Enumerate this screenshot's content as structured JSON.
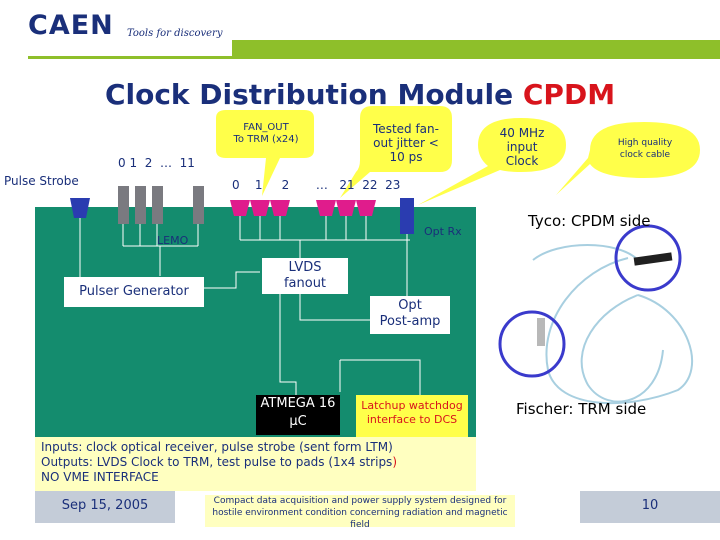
{
  "header": {
    "logo": "CAEN",
    "tagline": "Tools for discovery"
  },
  "title": {
    "main": "Clock Distribution Module ",
    "accent": "CPDM"
  },
  "callouts": {
    "fanout": "FAN_OUT\nTo TRM (x24)",
    "jitter": "Tested fan-\nout jitter <\n10 ps",
    "clock40": "40 MHz\ninput\nClock",
    "cable": "High quality\nclock cable"
  },
  "labels": {
    "pulse_strobe": "Pulse Strobe",
    "strobe_numbers": "0 1  2  …  11",
    "fanout_numbers": "0    1     2       …   21  22  23",
    "lemo": "LEMO",
    "opt_rx": "Opt Rx",
    "pulser_generator": "Pulser Generator",
    "lvds_fanout": "LVDS\nfanout",
    "opt_postamp": "Opt\nPost-amp",
    "atmega_line1": "ATMEGA 16",
    "atmega_line2": "μC",
    "latchup": "Latchup watchdog\ninterface to DCS",
    "tyco": "Tyco: CPDM side",
    "fischer": "Fischer: TRM side"
  },
  "info": {
    "line1_a": "Inputs: clock optical receiver, pulse strobe (sent form LTM)",
    "line1_b": "",
    "line2_a": "Outputs: LVDS Clock to TRM, test pulse to pads (1x4 strips",
    "line2_b": ")",
    "line3": "NO VME INTERFACE"
  },
  "footer": {
    "date": "Sep 15, 2005",
    "center": "Compact data acquisition and power supply system designed for hostile environment condition concerning radiation and magnetic field",
    "page": "10"
  },
  "colors": {
    "navy": "#1a2f7a",
    "red": "#d8141c",
    "green": "#8ebf2a",
    "board": "#148c6e",
    "magenta_connector": "#e01c8c",
    "blue_connector": "#2a3cb0",
    "highlight_circle": "#3a3acc"
  }
}
